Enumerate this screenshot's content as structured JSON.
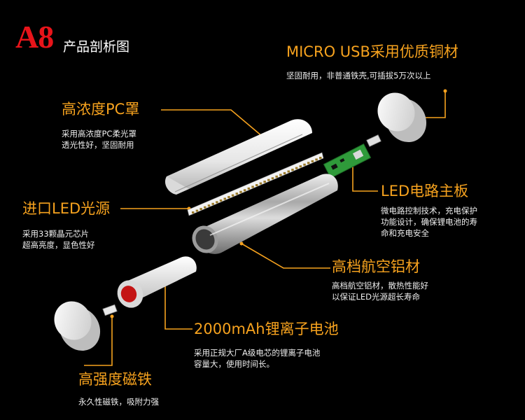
{
  "header": {
    "model": "A8",
    "title": "产品剖析图"
  },
  "callouts": {
    "usb": {
      "title": "MICRO USB采用优质铜材",
      "desc": "坚固耐用，非普通铁壳,可插拔5万次以上"
    },
    "pc": {
      "title": "高浓度PC罩",
      "desc": "采用高浓度PC柔光罩\n透光性好，坚固耐用"
    },
    "board": {
      "title": "LED电路主板",
      "desc": "微电路控制技术，充电保护\n功能设计，确保锂电池的寿\n命和充电安全"
    },
    "led": {
      "title": "进口LED光源",
      "desc": "采用33颗晶元芯片\n超高亮度，显色性好"
    },
    "alu": {
      "title": "高档航空铝材",
      "desc": "高档航空铝材，散热性能好\n以保证LED光源超长寿命"
    },
    "battery": {
      "title": "2000mAh锂离子电池",
      "desc": "采用正规大厂A级电芯的锂离子电池\n容量大，使用时间长。"
    },
    "magnet": {
      "title": "高强度磁铁",
      "desc": "永久性磁铁，吸附力强"
    }
  },
  "colors": {
    "accent": "#f6a21e",
    "model": "#e8141a",
    "background": "#000000"
  }
}
